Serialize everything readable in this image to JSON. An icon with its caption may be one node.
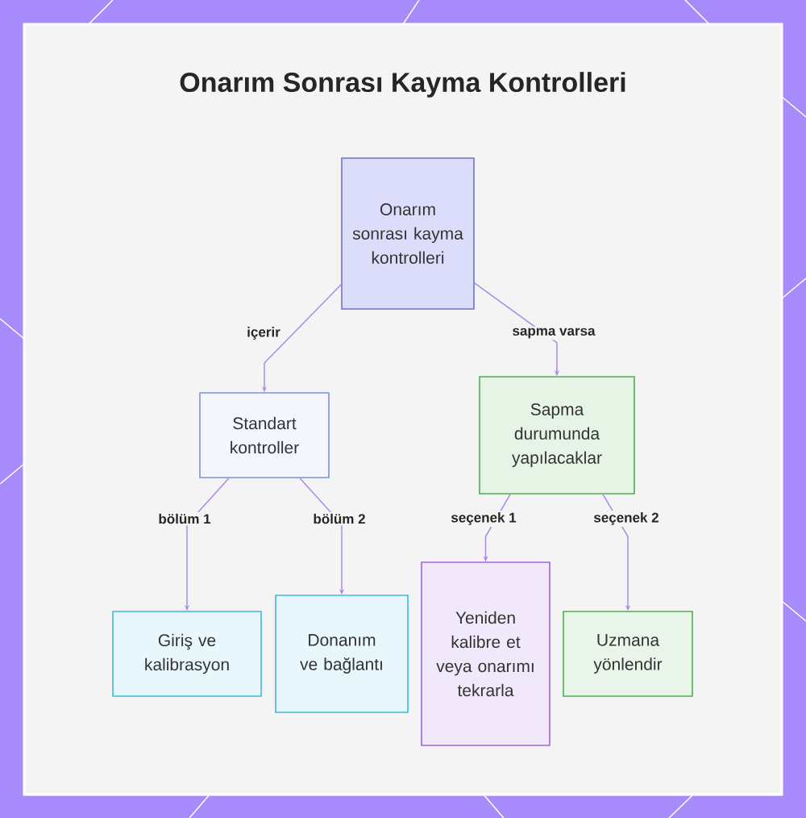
{
  "diagram": {
    "title": "Onarım Sonrası Kayma Kontrolleri",
    "nodes": [
      {
        "text": [
          "Onarım sonrası kayma kontrolleri"
        ]
      },
      {
        "text": [
          "Standart kontroller"
        ]
      },
      {
        "text": [
          "Sapma durumunda yapılacaklar"
        ]
      },
      {
        "text": [
          "Giriş ve kalibrasyon"
        ]
      },
      {
        "text": [
          "Donanım ve bağlantı"
        ]
      },
      {
        "text": [
          "Yeniden kalibre et veya onarımı tekrarla"
        ]
      },
      {
        "text": [
          "Uzmana yönlendir"
        ]
      }
    ],
    "edges": [
      {
        "from": 0,
        "to": 1,
        "arrow": "to",
        "label": "içerir"
      },
      {
        "from": 0,
        "to": 2,
        "arrow": "to",
        "label": "sapma varsa"
      },
      {
        "from": 1,
        "to": 3,
        "arrow": "to",
        "label": "bölüm 1"
      },
      {
        "from": 1,
        "to": 4,
        "arrow": "to",
        "label": "bölüm 2"
      },
      {
        "from": 2,
        "to": 5,
        "arrow": "to",
        "label": "seçenek 1"
      },
      {
        "from": 2,
        "to": 6,
        "arrow": "to",
        "label": "seçenek 2"
      }
    ]
  }
}
